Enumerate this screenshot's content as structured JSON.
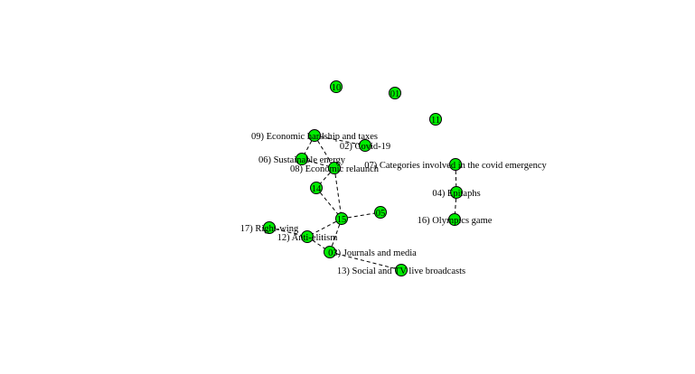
{
  "colors": {
    "background": "#ffffff",
    "node_fill": "#00ee00",
    "node_stroke": "#000000",
    "edge": "#000000",
    "text": "#000000"
  },
  "graph": {
    "type": "network",
    "edge_style": "dashed",
    "nodes": [
      {
        "id": "n10",
        "label": "10"
      },
      {
        "id": "n01",
        "label": "01"
      },
      {
        "id": "n11",
        "label": "11"
      },
      {
        "id": "n09",
        "label": "09) Economic hardship and taxes"
      },
      {
        "id": "n02",
        "label": "02) Covid-19"
      },
      {
        "id": "n06",
        "label": "06) Sustainable energy"
      },
      {
        "id": "n07",
        "label": "07) Categories involved in the covid emergency"
      },
      {
        "id": "n08",
        "label": "08) Economic relaunch"
      },
      {
        "id": "n14",
        "label": "14"
      },
      {
        "id": "n04",
        "label": "04) Epitaphs"
      },
      {
        "id": "n05",
        "label": "05"
      },
      {
        "id": "n15",
        "label": "15"
      },
      {
        "id": "n16",
        "label": "16) Olympics game"
      },
      {
        "id": "n17",
        "label": "17) Right-wing"
      },
      {
        "id": "n12",
        "label": "12) Anti-elitism"
      },
      {
        "id": "n03",
        "label": "03) Journals and media"
      },
      {
        "id": "n13",
        "label": "13) Social and TV live broadcasts"
      }
    ],
    "edges": [
      [
        "n09",
        "n06"
      ],
      [
        "n09",
        "n02"
      ],
      [
        "n09",
        "n08"
      ],
      [
        "n06",
        "n08"
      ],
      [
        "n08",
        "n14"
      ],
      [
        "n08",
        "n15"
      ],
      [
        "n14",
        "n15"
      ],
      [
        "n15",
        "n05"
      ],
      [
        "n15",
        "n12"
      ],
      [
        "n15",
        "n03"
      ],
      [
        "n17",
        "n12"
      ],
      [
        "n12",
        "n03"
      ],
      [
        "n03",
        "n13"
      ],
      [
        "n07",
        "n04"
      ],
      [
        "n04",
        "n16"
      ]
    ]
  }
}
